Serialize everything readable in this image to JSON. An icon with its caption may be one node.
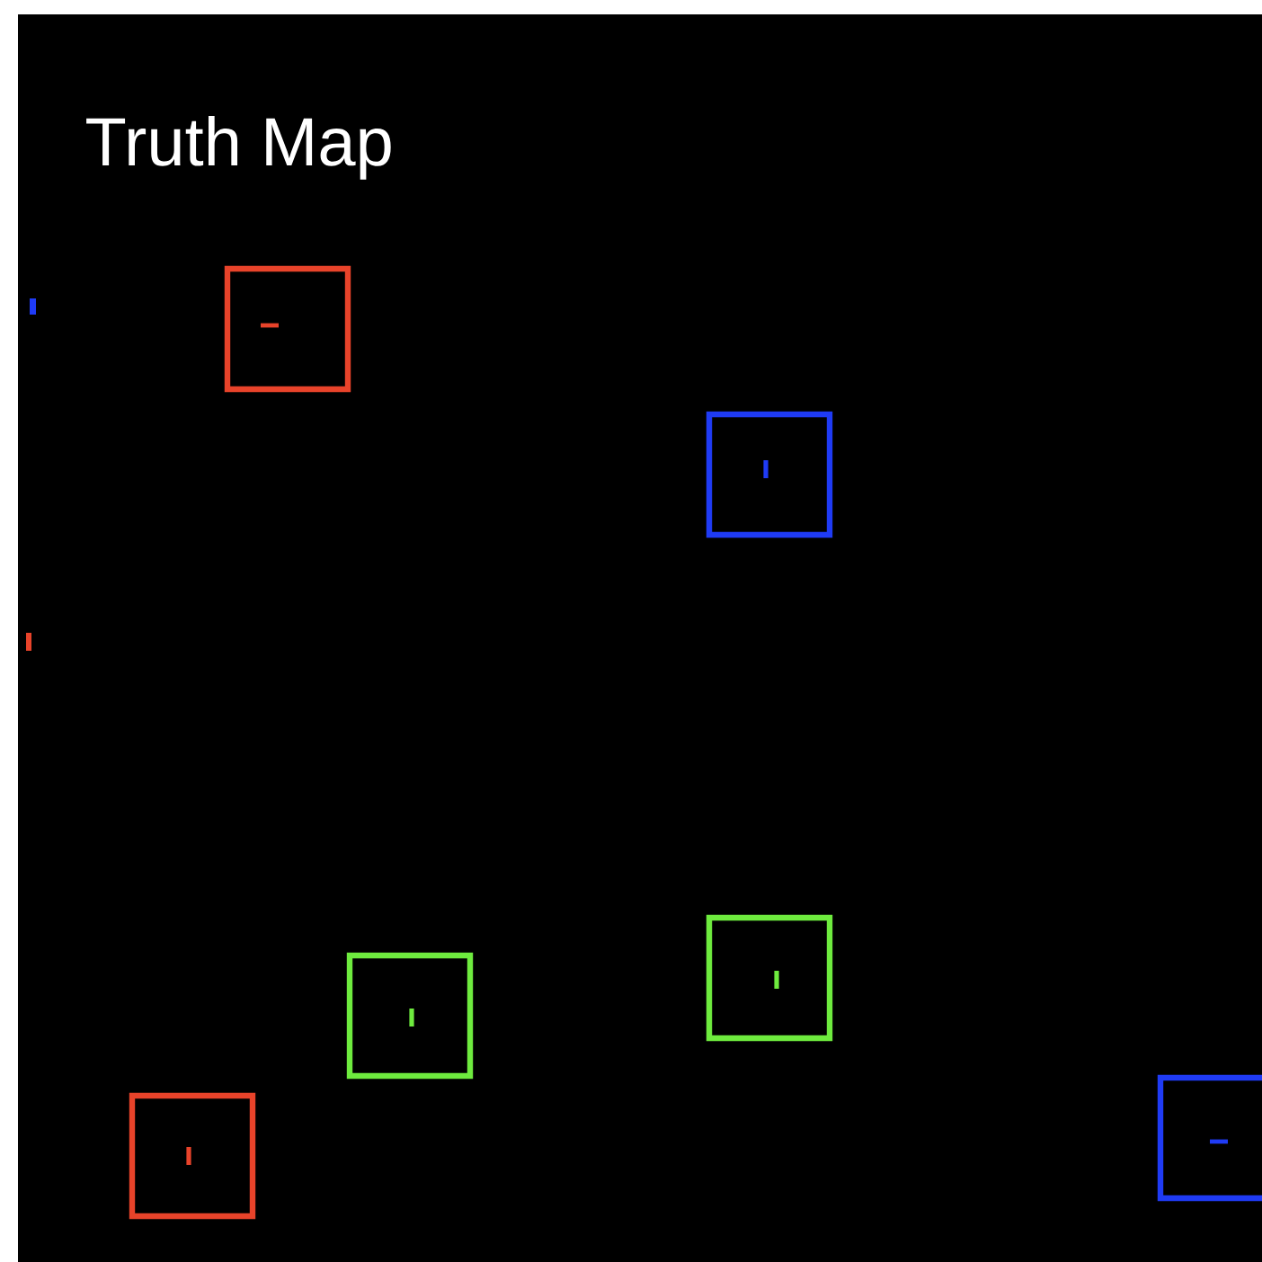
{
  "diagram": {
    "title": "Truth Map",
    "nodes": [
      {
        "text": [],
        "shape": "box"
      },
      {
        "text": [],
        "shape": "box"
      },
      {
        "text": [],
        "shape": "box"
      },
      {
        "text": [],
        "shape": "box"
      },
      {
        "text": [],
        "shape": "box"
      },
      {
        "text": [],
        "shape": "box"
      }
    ]
  }
}
